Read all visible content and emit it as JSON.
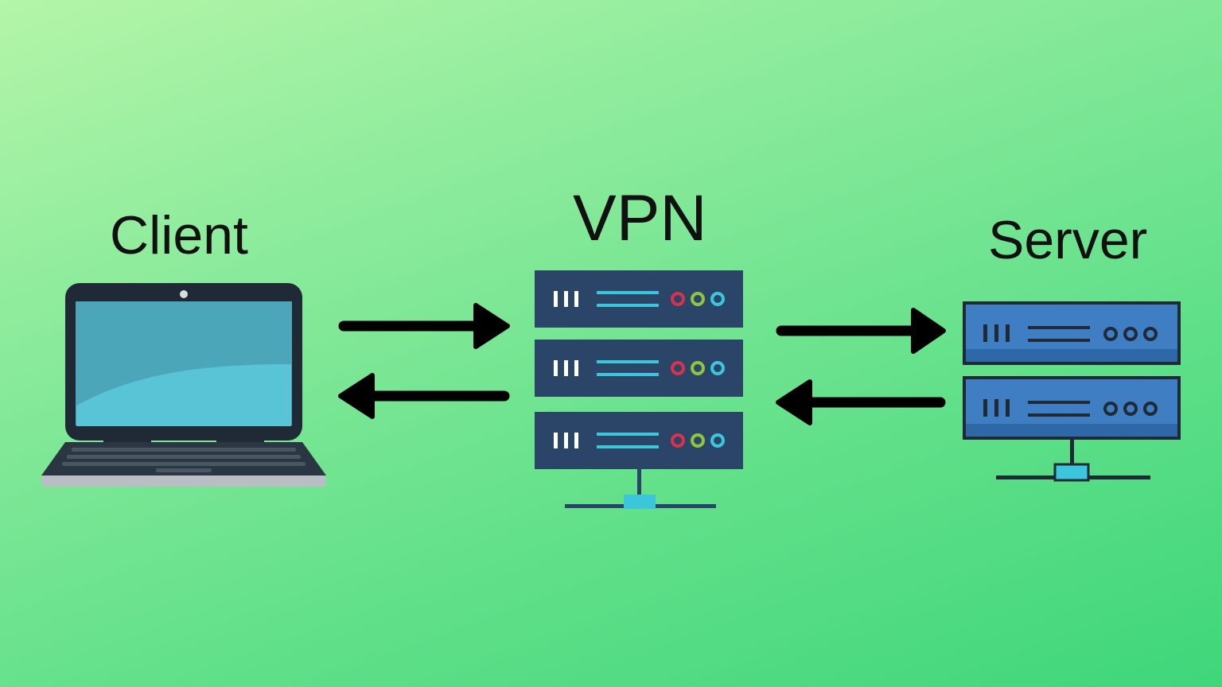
{
  "labels": {
    "client": "Client",
    "vpn": "VPN",
    "server": "Server"
  },
  "icons": {
    "client": "laptop-icon",
    "vpn": "server-rack-icon",
    "server": "server-rack-icon",
    "arrows": [
      "arrow-right-icon",
      "arrow-left-icon",
      "arrow-right-icon",
      "arrow-left-icon"
    ]
  },
  "colors": {
    "background_start": "#b4f5a8",
    "background_end": "#3fd67a",
    "vpn_unit": "#2b4569",
    "server_unit": "#3f7ec2",
    "laptop_screen": "#4aa6b8",
    "accent_red": "#d9324a",
    "accent_green": "#8cc63f",
    "accent_cyan": "#3cc6dc"
  }
}
